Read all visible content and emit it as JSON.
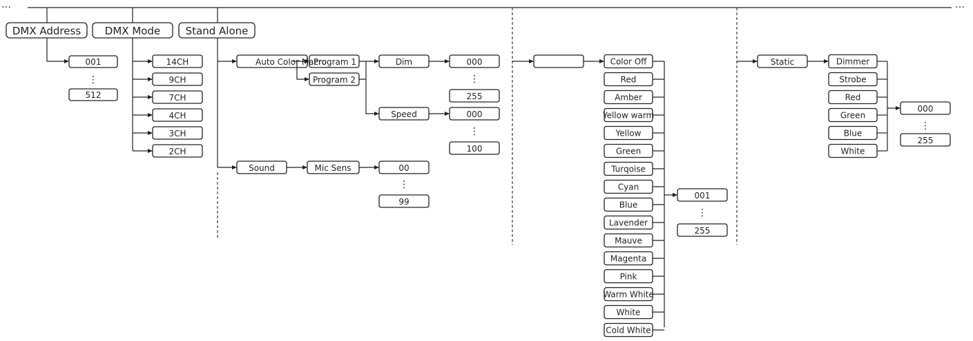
{
  "top_menu": {
    "items": [
      "DMX Address",
      "DMX Mode",
      "Stand Alone"
    ],
    "left_ellipsis": "…",
    "right_ellipsis": "…"
  },
  "dmx_address": {
    "min": "001",
    "max": "512"
  },
  "dmx_mode": {
    "options": [
      "14CH",
      "9CH",
      "7CH",
      "4CH",
      "3CH",
      "2CH"
    ]
  },
  "stand_alone": {
    "auto_color_macro": "Auto Color Macro",
    "programs": [
      "Program 1",
      "Program 2"
    ],
    "dim": {
      "label": "Dim",
      "min": "000",
      "max": "255"
    },
    "speed": {
      "label": "Speed",
      "min": "000",
      "max": "100"
    },
    "sound": "Sound",
    "mic_sens": {
      "label": "Mic Sens",
      "min": "00",
      "max": "99"
    }
  },
  "color_menu": {
    "title": "",
    "items": [
      "Color Off",
      "Red",
      "Amber",
      "Yellow warm",
      "Yellow",
      "Green",
      "Turqoise",
      "Cyan",
      "Blue",
      "Lavender",
      "Mauve",
      "Magenta",
      "Pink",
      "Warm White",
      "White",
      "Cold White"
    ],
    "min": "001",
    "max": "255"
  },
  "static_menu": {
    "label": "Static",
    "items": [
      "Dimmer",
      "Strobe",
      "Red",
      "Green",
      "Blue",
      "White"
    ],
    "min": "000",
    "max": "255"
  },
  "vertical_dots": "⋮"
}
